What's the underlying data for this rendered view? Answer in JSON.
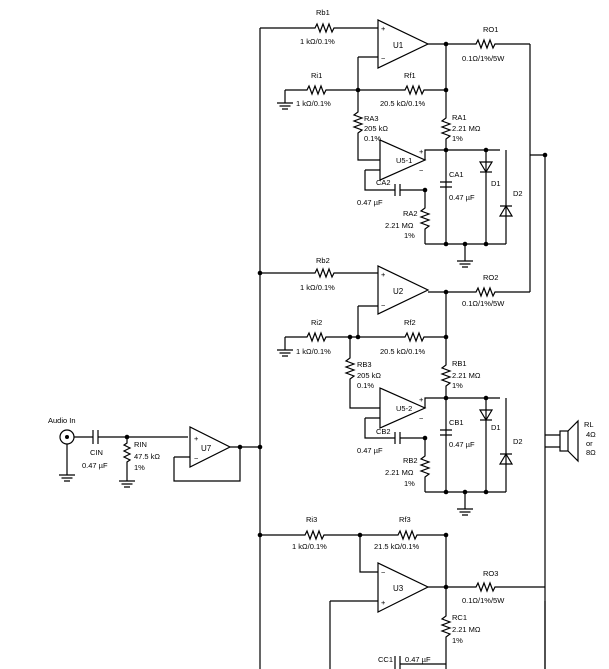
{
  "colors": {
    "ink": "#000000",
    "background": "#ffffff"
  },
  "audio_in": "Audio In",
  "u1": {
    "name": "U1",
    "rb": "Rb1",
    "rb_val": "1 kΩ/0.1%",
    "ri": "Ri1",
    "ri_val": "1 kΩ/0.1%",
    "rf": "Rf1",
    "rf_val": "20.5 kΩ/0.1%",
    "ro": "RO1",
    "ro_val": "0.1Ω/1%/5W"
  },
  "u5_1": {
    "name": "U5-1",
    "ra3": "RA3",
    "ra3_val": [
      "205 kΩ",
      "0.1%"
    ],
    "ra1": "RA1",
    "ra1_val": [
      "2.21 MΩ",
      "1%"
    ],
    "ca2": "CA2",
    "ca2_val": "0.47 µF",
    "ca1": "CA1",
    "ca1_val": "0.47 µF",
    "ra2": "RA2",
    "ra2_val": [
      "2.21 MΩ",
      "1%"
    ]
  },
  "u2": {
    "name": "U2",
    "rb": "Rb2",
    "rb_val": "1 kΩ/0.1%",
    "ri": "Ri2",
    "ri_val": "1 kΩ/0.1%",
    "rf": "Rf2",
    "rf_val": "20.5 kΩ/0.1%",
    "ro": "RO2",
    "ro_val": "0.1Ω/1%/5W"
  },
  "u5_2": {
    "name": "U5-2",
    "rb3": "RB3",
    "rb3_val": [
      "205 kΩ",
      "0.1%"
    ],
    "rb1": "RB1",
    "rb1_val": [
      "2.21 MΩ",
      "1%"
    ],
    "cb2": "CB2",
    "cb2_val": "0.47 µF",
    "cb1": "CB1",
    "cb1_val": "0.47 µF",
    "rb2": "RB2",
    "rb2_val": [
      "2.21 MΩ",
      "1%"
    ]
  },
  "u3": {
    "name": "U3",
    "ri": "Ri3",
    "ri_val": "1 kΩ/0.1%",
    "rf": "Rf3",
    "rf_val": "21.5 kΩ/0.1%",
    "ro": "RO3",
    "ro_val": "0.1Ω/1%/5W",
    "rc1": "RC1",
    "rc1_val": [
      "2.21 MΩ",
      "1%"
    ],
    "cc1": "CC1",
    "cc1_val": "0.47 µF"
  },
  "u7": {
    "name": "U7",
    "cin": "CIN",
    "cin_val": "0.47 µF",
    "rin": "RIN",
    "rin_val": [
      "47.5 kΩ",
      "1%"
    ]
  },
  "diodes": {
    "d1": "D1",
    "d2": "D2"
  },
  "speaker": {
    "name": "RL",
    "val": [
      "4Ω",
      "or",
      "8Ω"
    ]
  },
  "opamp_signs": {
    "plus": "+",
    "minus": "−"
  }
}
